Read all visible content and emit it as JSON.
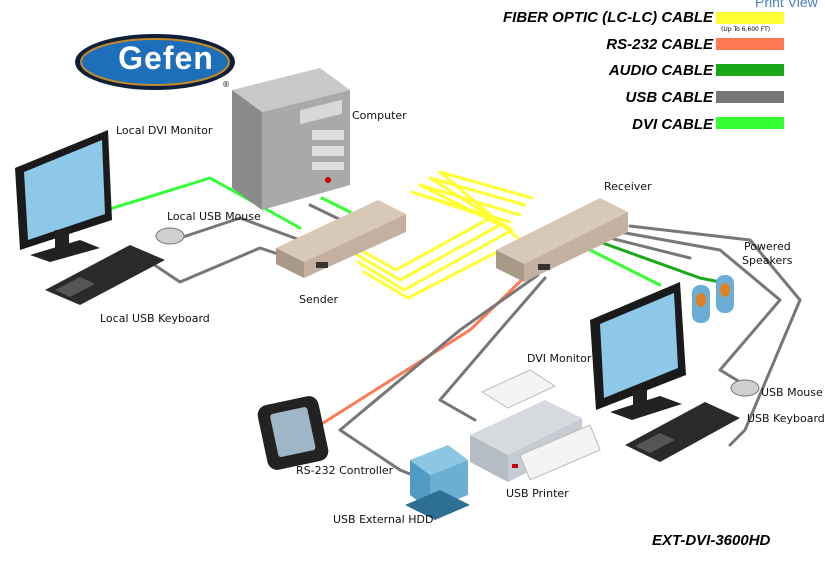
{
  "header": {
    "print_view": "Print View"
  },
  "logo": {
    "text": "Gefen",
    "mark": "®"
  },
  "legend": {
    "items": [
      {
        "name": "FIBER OPTIC (LC-LC) CABLE",
        "color": "#ffff33",
        "note": "(Up To 6,600 FT)"
      },
      {
        "name": "RS-232 CABLE",
        "color": "#ff7a55"
      },
      {
        "name": "AUDIO CABLE",
        "color": "#18a818"
      },
      {
        "name": "USB CABLE",
        "color": "#777777"
      },
      {
        "name": "DVI CABLE",
        "color": "#33ff33"
      }
    ]
  },
  "devices": {
    "local_dvi_monitor": "Local DVI Monitor",
    "computer": "Computer",
    "local_usb_mouse": "Local USB Mouse",
    "local_usb_keyboard": "Local USB Keyboard",
    "sender": "Sender",
    "receiver": "Receiver",
    "powered_speakers_line1": "Powered",
    "powered_speakers_line2": "Speakers",
    "dvi_monitor": "DVI  Monitor",
    "usb_mouse": "USB Mouse",
    "usb_keyboard": "USB Keyboard",
    "rs232_controller": "RS-232 Controller",
    "usb_printer": "USB Printer",
    "usb_external_hdd": "USB External HDD"
  },
  "model": "EXT-DVI-3600HD"
}
